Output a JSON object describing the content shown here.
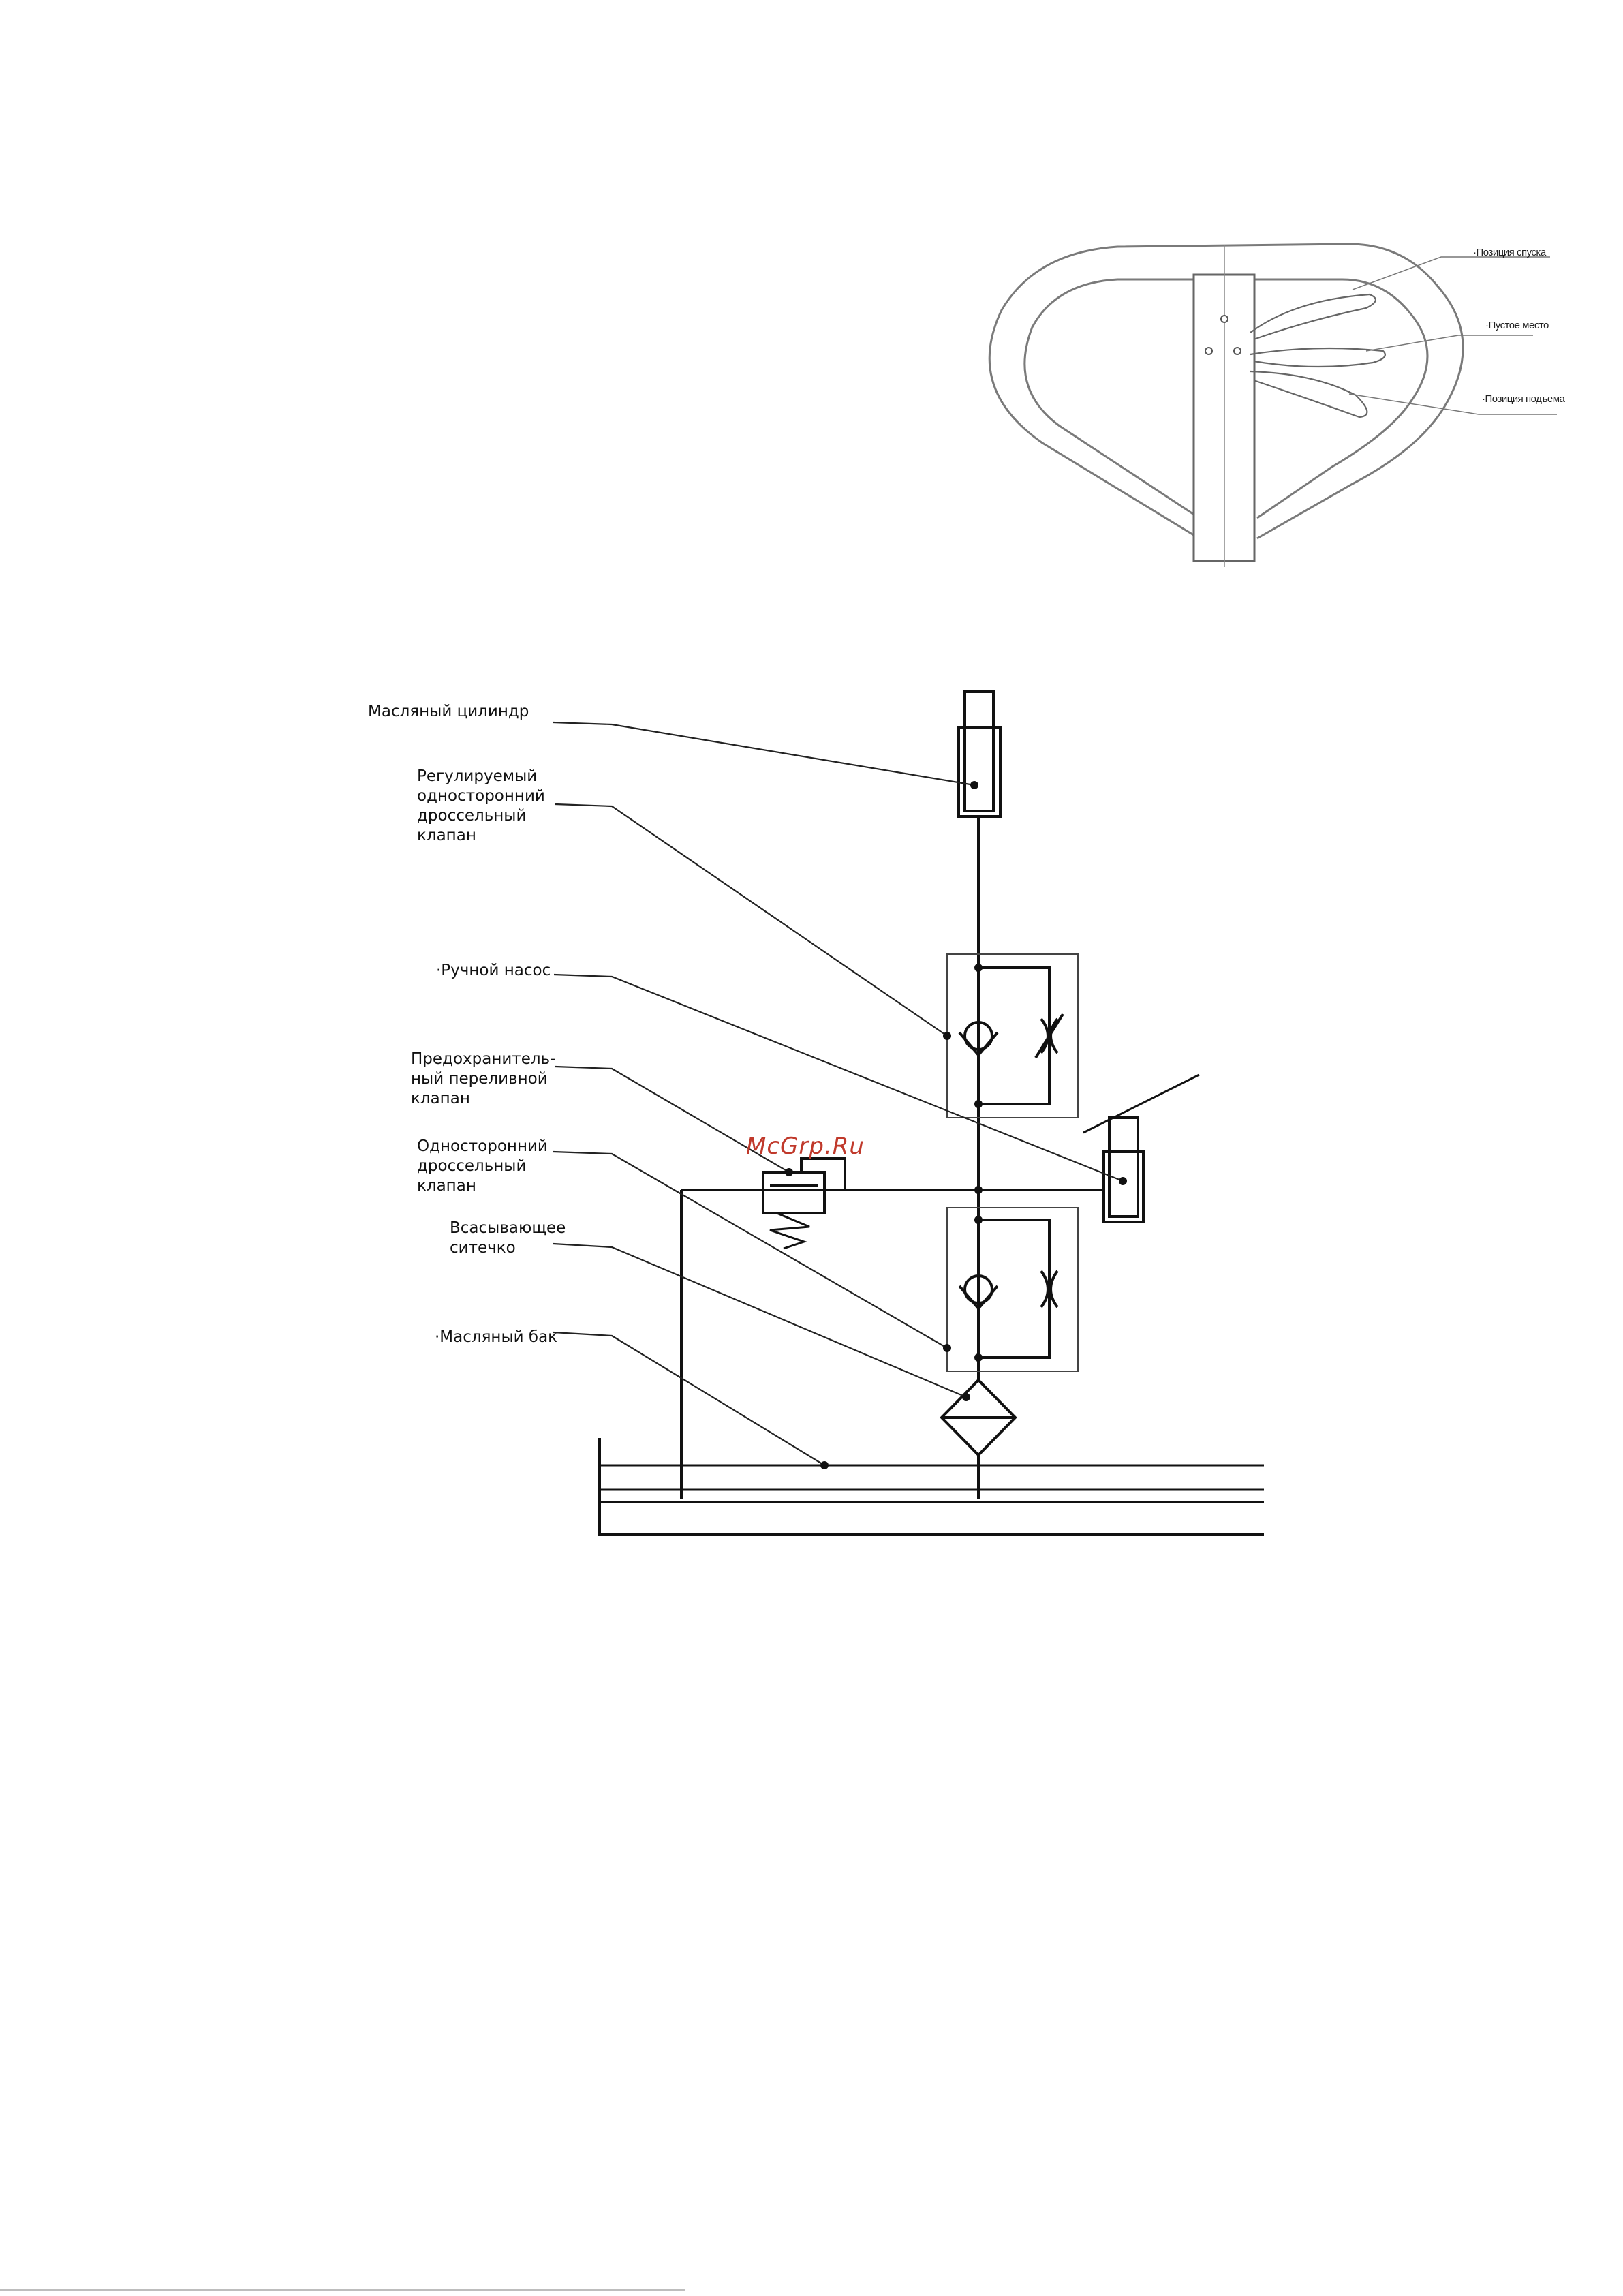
{
  "handle": {
    "labels": {
      "lowering": "·Позиция спуска",
      "neutral": "·Пустое место",
      "lifting": "·Позиция подъема"
    }
  },
  "hydraulic": {
    "labels": {
      "cylinder": "Масляный цилиндр",
      "adj_throttle": [
        "Регулируемый",
        "односторонний",
        "дроссельный",
        "клапан"
      ],
      "hand_pump": "·Ручной насос",
      "relief_valve": [
        "Предохранитель-",
        "ный переливной",
        "клапан"
      ],
      "one_way_throttle": [
        "Односторонний",
        "дроссельный",
        "клапан"
      ],
      "suction_strainer": [
        "Всасывающее",
        "ситечко"
      ],
      "oil_tank": "·Масляный бак"
    }
  },
  "watermark": "McGrp.Ru",
  "colors": {
    "line": "#111111",
    "handle_line": "#777777",
    "watermark": "#c0392b"
  }
}
